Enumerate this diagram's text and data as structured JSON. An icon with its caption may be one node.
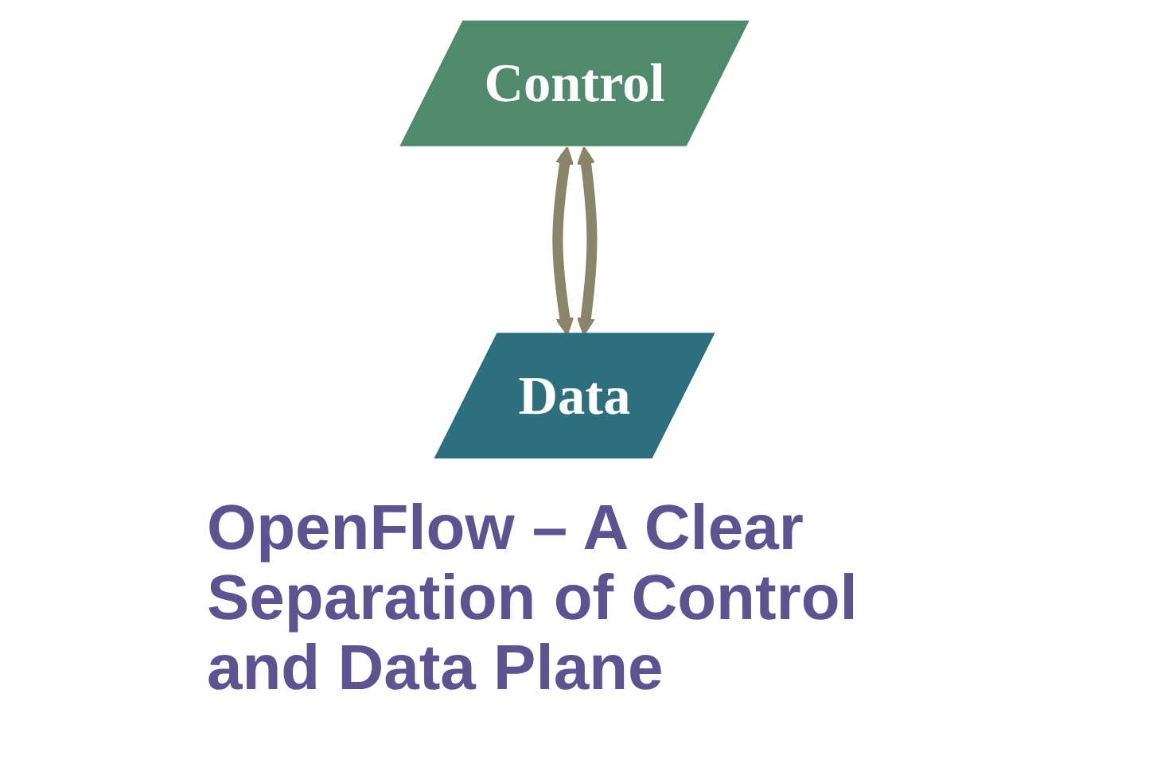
{
  "diagram": {
    "caption": "OpenFlow – A Clear Separation of Control and Data Plane",
    "nodes": [
      {
        "text": [
          "Control"
        ]
      },
      {
        "text": [
          "Data"
        ]
      }
    ],
    "edges": [
      {
        "from": 0,
        "to": 1,
        "arrow": "both"
      },
      {
        "from": 0,
        "to": 1,
        "arrow": "both"
      }
    ]
  }
}
